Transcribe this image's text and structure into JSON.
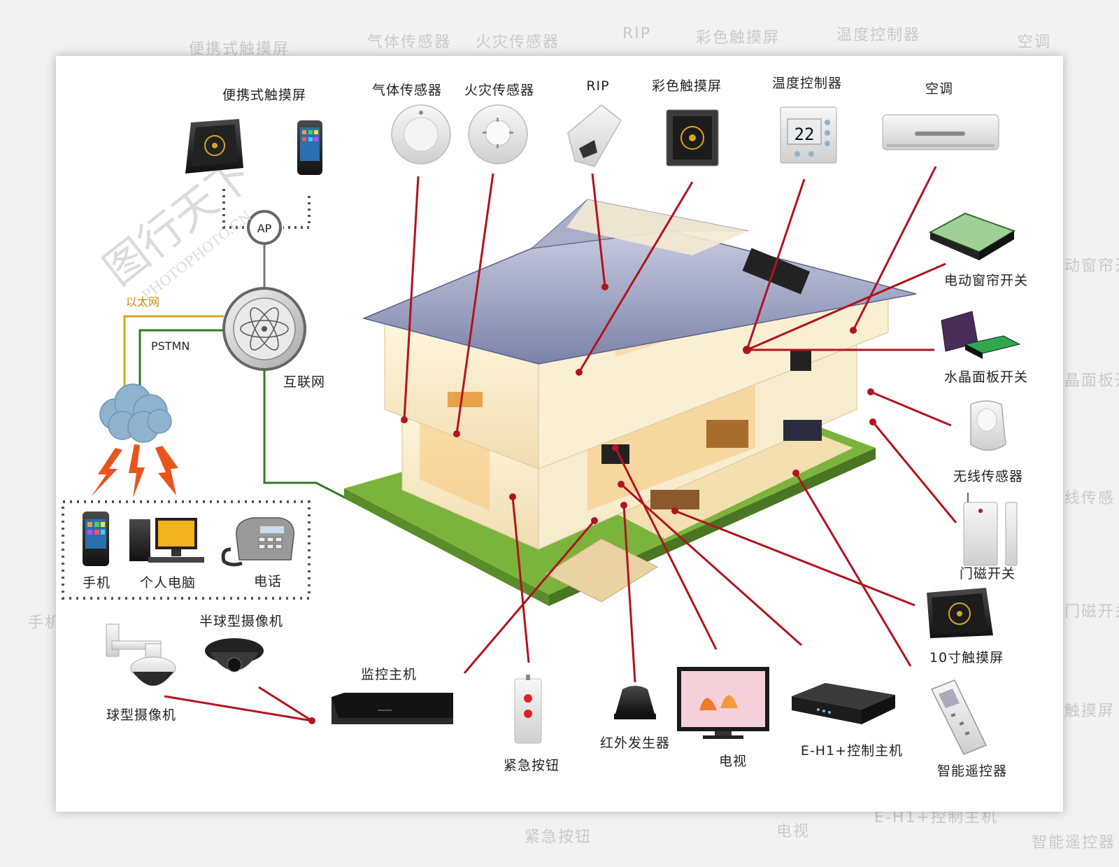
{
  "background_labels": [
    "便携式触摸屏",
    "气体传感器",
    "火灾传感器",
    "RIP",
    "彩色触摸屏",
    "温度控制器",
    "空调",
    "动窗帘开",
    "晶面板开",
    "线传感",
    "门磁开关",
    "触摸屏",
    "手机",
    "紧急按钮",
    "电视",
    "E-H1+控制主机",
    "智能遥控器"
  ],
  "devices": {
    "portable_touchscreen": "便携式触摸屏",
    "gas_sensor": "气体传感器",
    "fire_sensor": "火灾传感器",
    "rip": "RIP",
    "color_touchscreen": "彩色触摸屏",
    "temp_controller": "温度控制器",
    "air_conditioner": "空调",
    "curtain_switch": "电动窗帘开关",
    "crystal_panel_switch": "水晶面板开关",
    "wireless_sensor": "无线传感器",
    "door_magnet_switch": "门磁开关",
    "touchscreen_10inch": "10寸触摸屏",
    "smart_remote": "智能遥控器",
    "control_host": "E-H1+控制主机",
    "tv": "电视",
    "ir_generator": "红外发生器",
    "emergency_button": "紧急按钮",
    "monitor_host": "监控主机",
    "dome_camera": "球型摄像机",
    "half_dome_camera": "半球型摄像机",
    "phone_mobile": "手机",
    "pc": "个人电脑",
    "telephone": "电话"
  },
  "network": {
    "ap": "AP",
    "ethernet": "以太网",
    "pstmn": "PSTMN",
    "internet": "互联网"
  },
  "thermostat_reading": "22",
  "watermark": {
    "brand": "图行天下",
    "url": "PHOTOPHOTO.CN"
  },
  "colors": {
    "red_line": "#b1141e",
    "green_line": "#2e7d1e",
    "yellow_line": "#d9a520",
    "lightning": "#e8541c",
    "cloud": "#8fb3cf"
  }
}
